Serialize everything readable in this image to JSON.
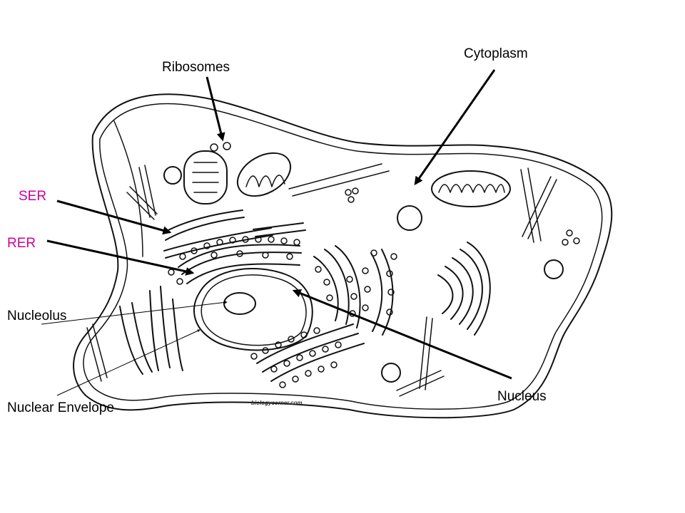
{
  "labels": {
    "ribosomes": "Ribosomes",
    "cytoplasm": "Cytoplasm",
    "ser": "SER",
    "rer": "RER",
    "nucleolus": "Nucleolus",
    "nuclear_envelope": "Nuclear Envelope",
    "nucleus": "Nucleus"
  },
  "watermark": "biologycorner.com",
  "colors": {
    "label_default": "#000000",
    "label_er": "#cc0099",
    "line_art": "#111111"
  }
}
